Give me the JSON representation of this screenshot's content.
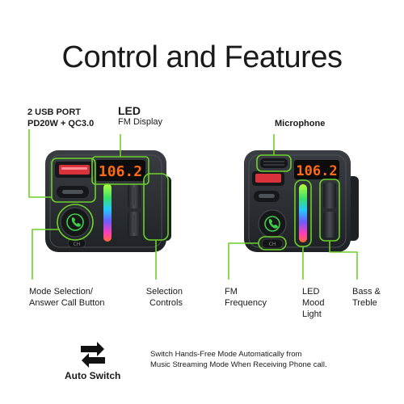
{
  "title": "Control and Features",
  "devices": [
    {
      "display_value": "106.2"
    },
    {
      "display_value": "106.2"
    }
  ],
  "labels": {
    "usb_port_line1": "2 USB PORT",
    "usb_port_line2": "PD20W + QC3.0",
    "led_line1": "LED",
    "led_line2": "FM Display",
    "microphone": "Microphone",
    "mode_line1": "Mode Selection/",
    "mode_line2": "Answer Call Button",
    "selection_line1": "Selection",
    "selection_line2": "Controls",
    "fm_line1": "FM",
    "fm_line2": "Frequency",
    "led_mood_line1": "LED",
    "led_mood_line2": "Mood",
    "led_mood_line3": "Light",
    "bass_line1": "Bass &",
    "bass_line2": "Treble"
  },
  "auto_switch": {
    "label": "Auto Switch",
    "description_line1": "Switch Hands-Free Mode Automatically from",
    "description_line2": "Music Streaming Mode When Receiving Phone call."
  },
  "colors": {
    "callout": "#6dd12b",
    "display_digits": "#ff6a14",
    "device_body": "#2a2d31",
    "usb_red": "#d9323a"
  },
  "icons": [
    "phone-icon",
    "auto-switch-icon"
  ]
}
